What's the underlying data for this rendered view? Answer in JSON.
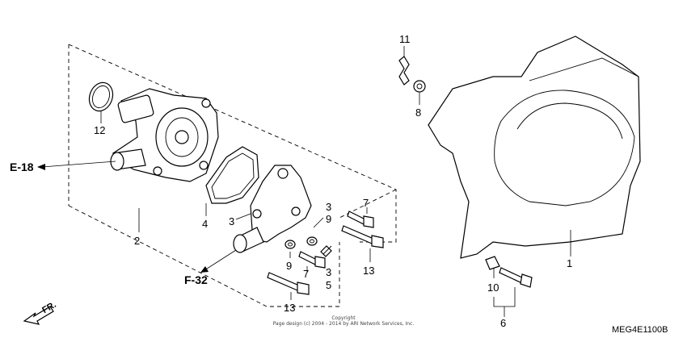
{
  "labels": {
    "p1": "1",
    "p2": "2",
    "p3a": "3",
    "p3b": "3",
    "p3c": "3",
    "p4": "4",
    "p5": "5",
    "p6": "6",
    "p7a": "7",
    "p7b": "7",
    "p8": "8",
    "p9a": "9",
    "p9b": "9",
    "p10": "10",
    "p11": "11",
    "p12": "12",
    "p13a": "13",
    "p13b": "13"
  },
  "refs": {
    "e18": "E-18",
    "f32": "F-32",
    "fr": "FR."
  },
  "copyright": {
    "line1": "Copyright",
    "line2": "Page design (c) 2004 - 2014 by ARI Network Services, Inc."
  },
  "diagram_code": "MEG4E1100B"
}
